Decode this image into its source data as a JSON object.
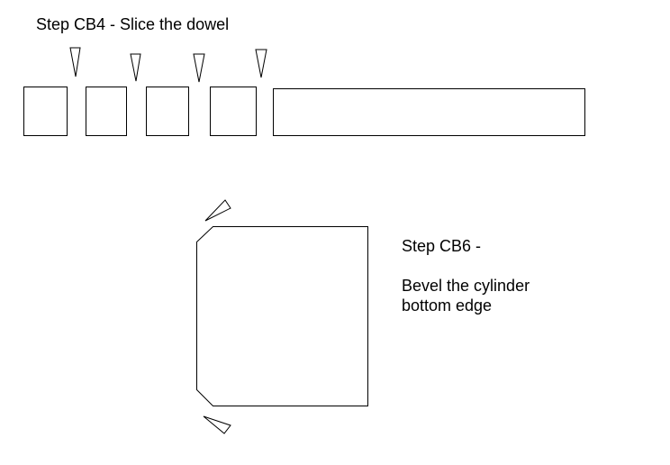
{
  "step_cb4": {
    "title": "Step CB4 - Slice the dowel"
  },
  "step_cb6": {
    "title": "Step CB6 -",
    "description_line1": "Bevel the cylinder",
    "description_line2": "bottom edge"
  },
  "colors": {
    "stroke": "#000000",
    "background": "#ffffff"
  }
}
